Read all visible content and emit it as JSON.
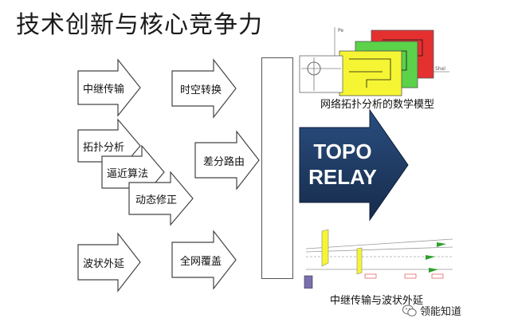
{
  "title": "技术创新与核心竞争力",
  "left_arrows": [
    {
      "label": "中继传输"
    },
    {
      "label": "拓扑分析"
    },
    {
      "label": "逼近算法"
    },
    {
      "label": "动态修正"
    },
    {
      "label": "波状外延"
    }
  ],
  "mid_arrows": [
    {
      "label": "时空转换"
    },
    {
      "label": "差分路由"
    },
    {
      "label": "全网覆盖"
    }
  ],
  "big_arrow": {
    "line1": "TOPO",
    "line2": "RELAY",
    "color": "#1f3b63"
  },
  "top_figure": {
    "caption": "网络拓扑分析的数学模型",
    "colors": [
      "#e53030",
      "#5bd24a",
      "#f5f534"
    ]
  },
  "bottom_figure": {
    "caption": "中继传输与波状外延"
  },
  "watermark": {
    "text": "领能知道",
    "icon": "wechat-icon"
  }
}
